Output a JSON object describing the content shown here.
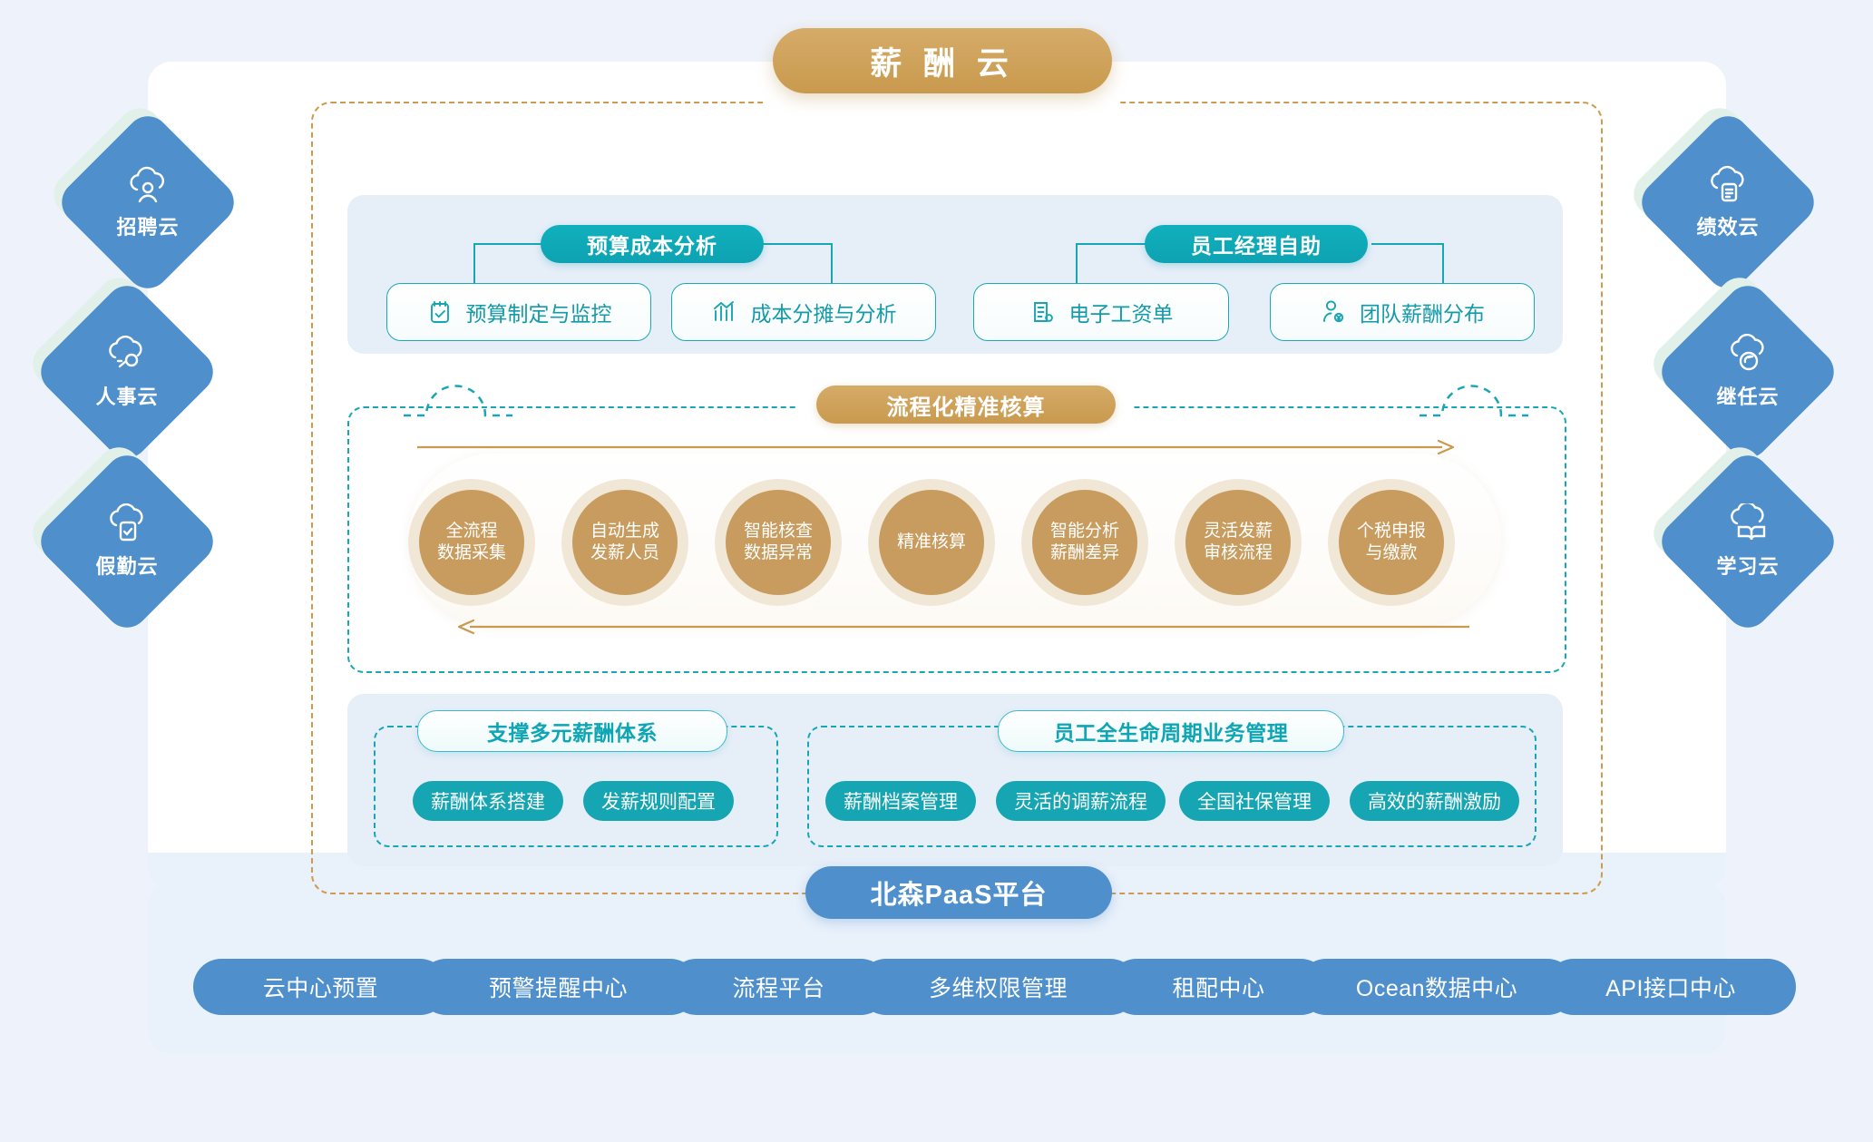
{
  "title": {
    "text": "薪 酬 云"
  },
  "colors": {
    "gold": "#c99a4e",
    "teal": "#16a5b2",
    "blue": "#4e8fcc",
    "panel_blue": "#e6eef8",
    "page_bg": "#eef3fb"
  },
  "left_clouds": [
    {
      "label": "招聘云",
      "icon": "cloud-person-icon"
    },
    {
      "label": "人事云",
      "icon": "cloud-people-icon"
    },
    {
      "label": "假勤云",
      "icon": "cloud-check-icon"
    }
  ],
  "right_clouds": [
    {
      "label": "绩效云",
      "icon": "cloud-document-icon"
    },
    {
      "label": "继任云",
      "icon": "cloud-arrow-icon"
    },
    {
      "label": "学习云",
      "icon": "cloud-book-icon"
    }
  ],
  "top_section": {
    "groups": [
      {
        "title": "预算成本分析",
        "cards": [
          {
            "label": "预算制定与监控",
            "icon": "clipboard-check-icon"
          },
          {
            "label": "成本分摊与分析",
            "icon": "bar-chart-icon"
          }
        ]
      },
      {
        "title": "员工经理自助",
        "cards": [
          {
            "label": "电子工资单",
            "icon": "payslip-gear-icon"
          },
          {
            "label": "团队薪酬分布",
            "icon": "person-yuan-icon"
          }
        ]
      }
    ]
  },
  "process_section": {
    "title": "流程化精准核算",
    "steps": [
      {
        "line1": "全流程",
        "line2": "数据采集"
      },
      {
        "line1": "自动生成",
        "line2": "发薪人员"
      },
      {
        "line1": "智能核查",
        "line2": "数据异常"
      },
      {
        "line1": "精准核算",
        "line2": ""
      },
      {
        "line1": "智能分析",
        "line2": "薪酬差异"
      },
      {
        "line1": "灵活发薪",
        "line2": "审核流程"
      },
      {
        "line1": "个税申报",
        "line2": "与缴款"
      }
    ]
  },
  "bottom_groups": [
    {
      "title": "支撑多元薪酬体系",
      "tags": [
        "薪酬体系搭建",
        "发薪规则配置"
      ]
    },
    {
      "title": "员工全生命周期业务管理",
      "tags": [
        "薪酬档案管理",
        "灵活的调薪流程",
        "全国社保管理",
        "高效的薪酬激励"
      ]
    }
  ],
  "paas": {
    "label": "北森PaaS平台"
  },
  "platform_services": [
    "云中心预置",
    "预警提醒中心",
    "流程平台",
    "多维权限管理",
    "租配中心",
    "Ocean数据中心",
    "API接口中心"
  ]
}
